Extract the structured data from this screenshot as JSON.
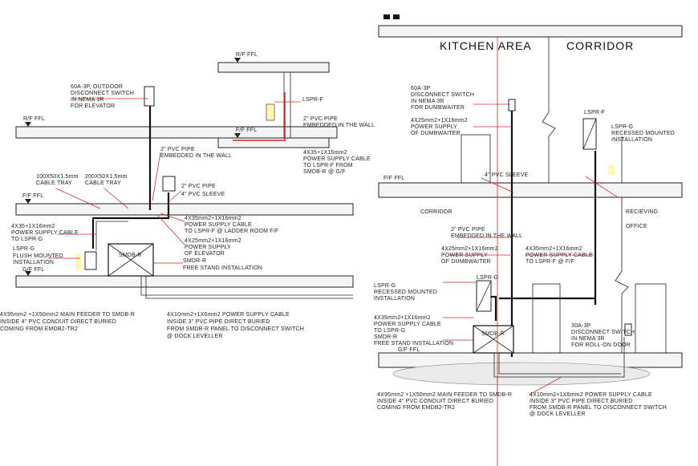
{
  "left_drawing": {
    "labels": {
      "rf_ffl_top": "R/F FFL",
      "rf_ffl_mid": "R/F FFL",
      "ff_ffl_inset": "F/F FFL",
      "ff_ffl": "F/F FFL",
      "gf_ffl": "G/F FFL",
      "disconnect": [
        "60A-3P, OUTDOOR",
        "DISCONNECT SWITCH",
        "IN NEMA 3R",
        "FOR ELEVATOR"
      ],
      "lspr_f": "LSPR-F",
      "pvc_wall_inset": [
        "2\" PVC PIPE",
        "EMBEDDED IN THE WALL"
      ],
      "cable_lspr_f": [
        "4X35+1X16mm2",
        "POWER SUPPLY  CABLE",
        "TO LSPR-F FROM",
        "SMDB-R @ G/F"
      ],
      "pvc_wall": [
        "2\" PVC PIPE",
        "EMBEDDED IN THE WALL"
      ],
      "tray1": [
        "100X50X1.5mm",
        "CABLE TRAY"
      ],
      "tray2": [
        "200X50X1.5mm",
        "CABLE TRAY"
      ],
      "pvc_pipe": "2\" PVC PIPE",
      "pvc_sleeve": "4\" PVC SLEEVE",
      "cable_lspr_g": [
        "4X35+1X16mm2",
        "POWER SUPPLY CABLE",
        "TO LSPR-G"
      ],
      "cable_ladder": [
        "4X35mm2+1X16mm2",
        "POWER SUPPLY  CABLE",
        "TO LSPR-F @ LADDER ROOM F/F"
      ],
      "lspr_g": [
        "LSPR-G",
        "FLUSH MOUNTED",
        "INSTALLATION"
      ],
      "cable_elevator": [
        "4X25mm2+1X16mm2",
        "POWER SUPPLY",
        "OF ELEVATOR"
      ],
      "smdb": "SMDB-R",
      "smdr": [
        "SMDR-R",
        "FREE STAND INSTALLATION"
      ],
      "feeder": [
        "4X95mm2 +1X50mm2 MAIN FEEDER TO SMDB-R",
        "INSIDE 4\" PVC CONDUIT DIRECT BURIED",
        "COMING FROM EMDB2-TR2"
      ],
      "dock": [
        "4X10mm2+1X6mm2 POWER SUPPLY CABLE",
        "INSIDE 3\" PVC PIPE DIRECT BURIED",
        "FROM SMDB-R PANEL TO DISCONNECT SWITCH",
        "@ DOCK LEVELLER"
      ]
    }
  },
  "right_drawing": {
    "labels": {
      "kitchen": "KITCHEN AREA",
      "corridor_top": "CORRIDOR",
      "disconnect": [
        "60A-3P",
        "DISCONNECT SWITCH",
        "IN NEMA 3R",
        "FOR DUMBWAITER"
      ],
      "cable_dumbwaiter": [
        "4X25mm2+1X16mm2",
        "POWER SUPPLY",
        "OF DUMBWAITER"
      ],
      "lspr_f": "LSPR-F",
      "lspr_g_recessed": [
        "LSPR-G",
        "RECESSED MOUNTED",
        "INSTALLATION"
      ],
      "ff_ffl": "F/F FFL",
      "sleeve": "4\" PVC SLEEVE",
      "corridor": "CORRIDOR",
      "receiving": "RECIEVING",
      "office": "OFFICE",
      "pvc_wall": [
        "2\" PVC PIPE",
        "EMBEDDED IN THE WALL"
      ],
      "cable_dumbwaiter2": [
        "4X25mm2+1X16mm2",
        "POWER SUPPLY",
        "OF DUMBWAITER"
      ],
      "cable_lspr_f": [
        "4X35mm2+1X16mm2",
        "POWER SUPPLY  CABLE",
        "TO LSPR-F @ F/F"
      ],
      "lspr_g_box": "LSPR-G",
      "lspr_g_left": [
        "LSPR-G",
        "RECESSED MOUNTED",
        "INSTALLATION"
      ],
      "cable_lspr_g": [
        "4X35mm2+1X16mm2",
        "POWER SUPPLY CABLE",
        "TO LSPR-G"
      ],
      "smdr": [
        "SMDR-R",
        "FREE STAND INSTALLATION"
      ],
      "gf_ffl": "G/F FFL",
      "smdb": "SMDB-R",
      "disconnect_rolldoor": [
        "30A-3P",
        "DISCONNECT SWITCH",
        "IN NEMA 3R",
        "FOR ROLL-ON DOOR"
      ],
      "feeder": [
        "4X95mm2 +1X50mm2 MAIN FEEDER TO SMDB-R",
        "INSIDE 4\" PVC CONDUIT DIRECT BURIED",
        "COMING FROM EMDB2-TR2"
      ],
      "dock": [
        "4X10mm2+1X6mm2 POWER SUPPLY CABLE",
        "INSIDE 3\" PVC PIPE DIRECT BURIED",
        "FROM SMDB-R PANEL TO DISCONNECT SWITCH",
        "@ DOCK LEVELLER"
      ]
    }
  }
}
